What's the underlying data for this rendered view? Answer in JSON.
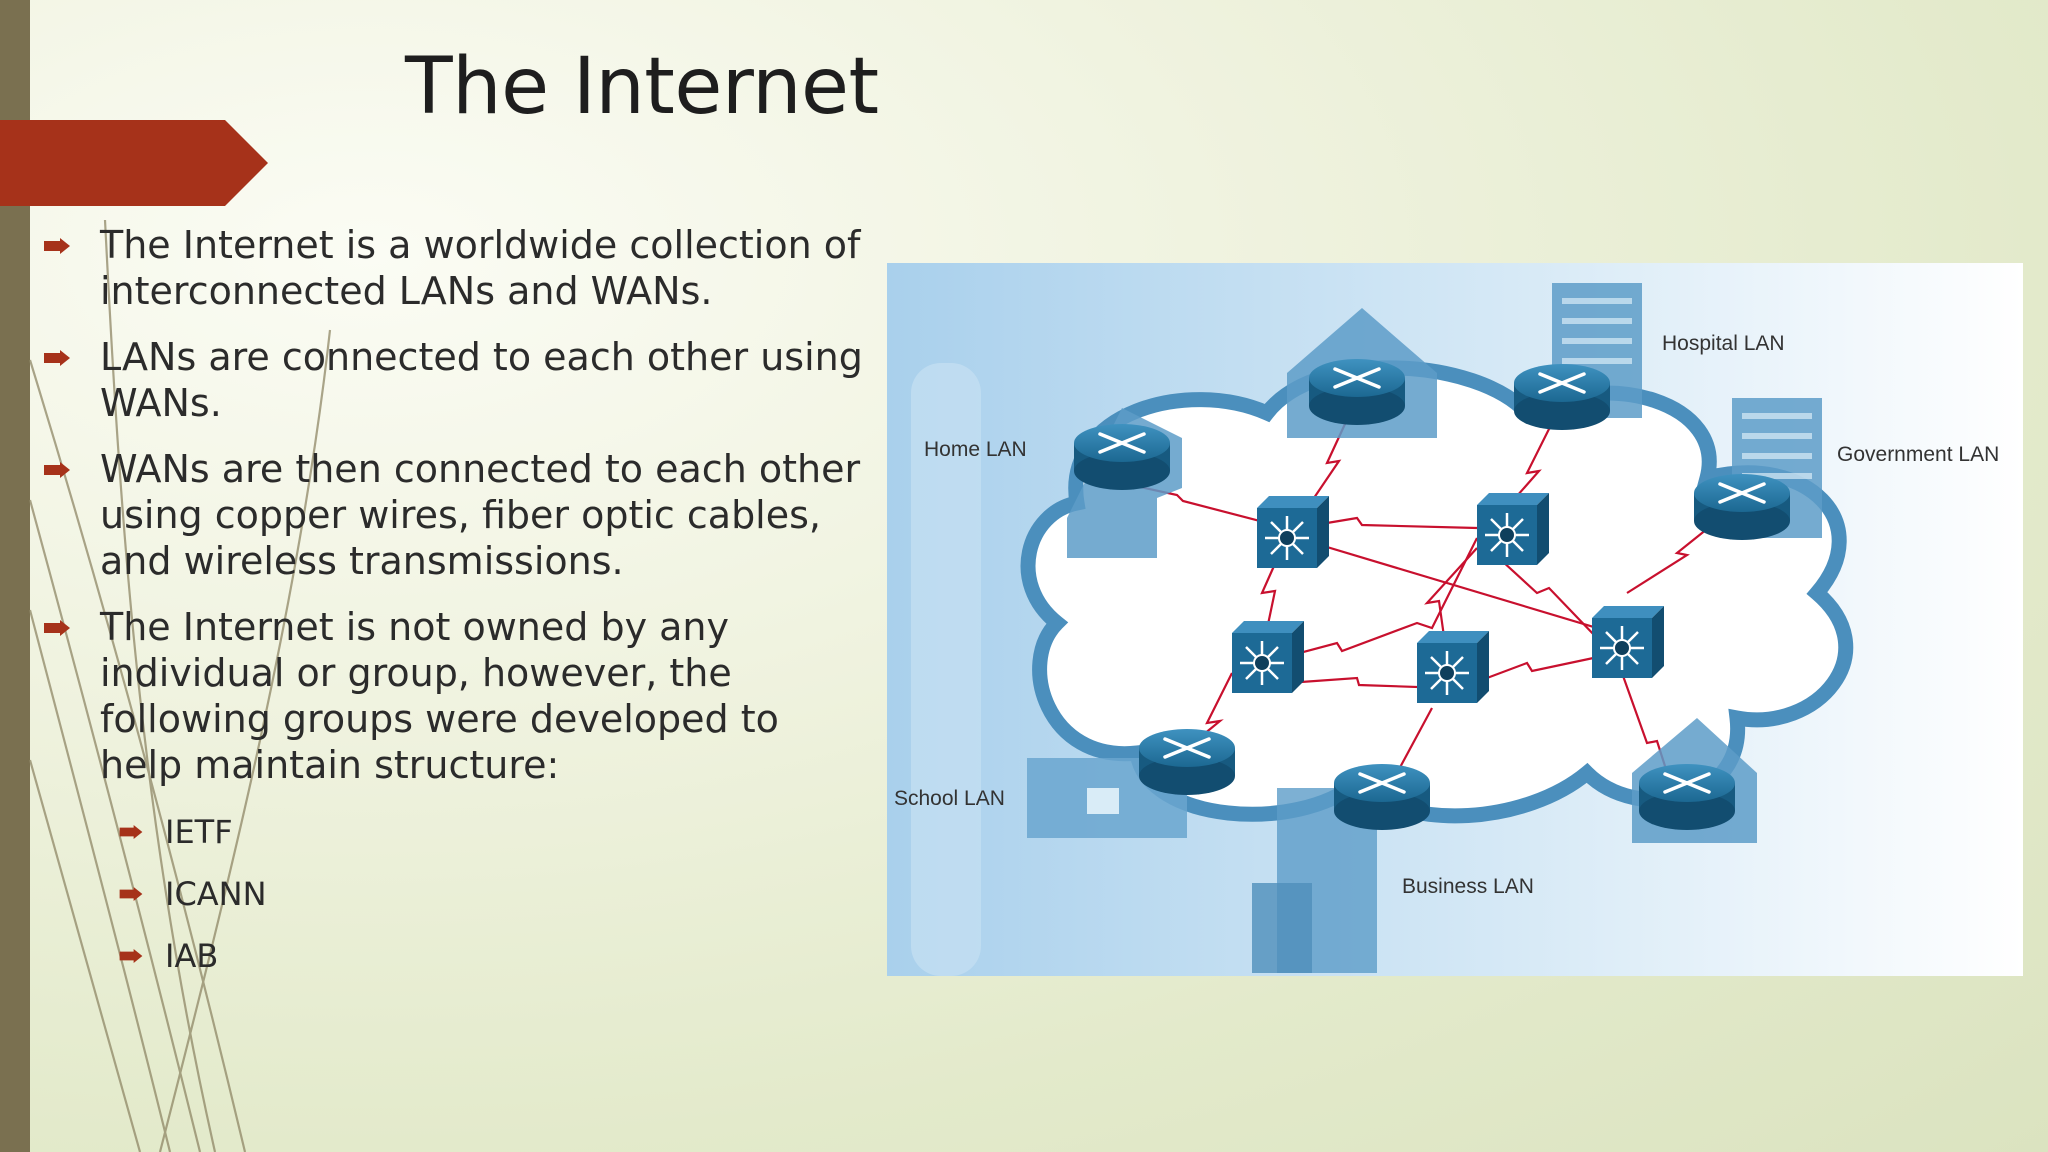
{
  "slide": {
    "title": "The Internet",
    "bullets": [
      {
        "text": "The Internet is a worldwide collection of interconnected LANs and WANs."
      },
      {
        "text": "LANs are connected to each other using WANs."
      },
      {
        "text": "WANs are then connected to each other using copper wires, fiber optic cables, and wireless transmissions."
      },
      {
        "text": "The Internet is not owned by any individual or group, however, the following groups were developed to help maintain structure:",
        "sub_items": [
          "IETF",
          "ICANN",
          "IAB"
        ]
      }
    ]
  },
  "diagram": {
    "labels": {
      "home": "Home LAN",
      "hospital": "Hospital LAN",
      "government": "Government LAN",
      "school": "School LAN",
      "business": "Business LAN"
    }
  },
  "colors": {
    "accent": "#a6321a",
    "side_bar": "#7a7050",
    "bullet_arrow": "#a6321a",
    "device_blue": "#1d6a96",
    "link_red": "#c8102e"
  }
}
